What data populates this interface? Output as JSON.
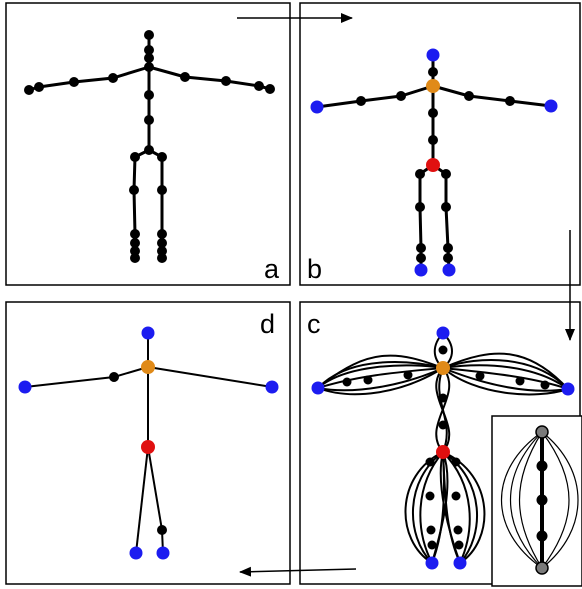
{
  "colors": {
    "joint_black": "#000000",
    "end_blue": "#1c1cf0",
    "root_red": "#e01010",
    "neck_orange": "#e08a18",
    "inset_grey": "#7a7a7a",
    "line": "#000000"
  },
  "panels": [
    {
      "id": "a",
      "label": "a",
      "description_name": "full-skeleton-panel"
    },
    {
      "id": "b",
      "label": "b",
      "description_name": "key-joints-panel"
    },
    {
      "id": "c",
      "label": "c",
      "description_name": "curve-fitting-panel"
    },
    {
      "id": "d",
      "label": "d",
      "description_name": "simplified-skeleton-panel"
    }
  ]
}
